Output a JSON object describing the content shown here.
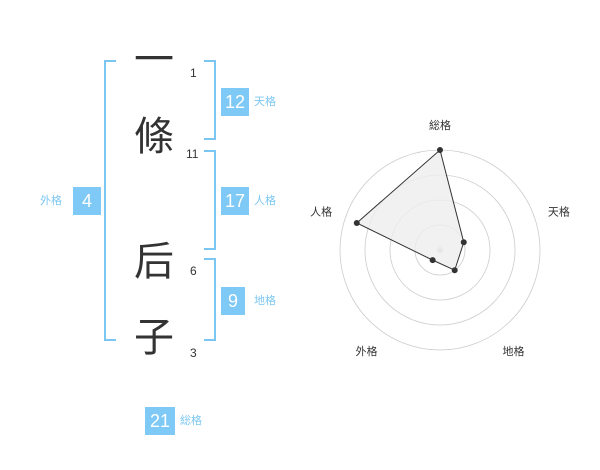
{
  "name": {
    "characters": [
      {
        "char": "一",
        "strokes": "1"
      },
      {
        "char": "條",
        "strokes": "11"
      },
      {
        "char": "后",
        "strokes": "6"
      },
      {
        "char": "子",
        "strokes": "3"
      }
    ]
  },
  "fortune": {
    "tenkaku": {
      "value": "12",
      "label": "天格"
    },
    "jinkaku": {
      "value": "17",
      "label": "人格"
    },
    "chikaku": {
      "value": "9",
      "label": "地格"
    },
    "gaikaku": {
      "value": "4",
      "label": "外格"
    },
    "soukaku": {
      "value": "21",
      "label": "総格"
    }
  },
  "colors": {
    "accent": "#7ec9f5",
    "bracket": "#7cc7f2",
    "text": "#333333",
    "ring": "#cccccc",
    "radar_fill": "#eeeeee",
    "radar_line": "#333333"
  },
  "chart_data": {
    "type": "radar",
    "axes": [
      "総格",
      "天格",
      "地格",
      "外格",
      "人格"
    ],
    "values": [
      4,
      1,
      1,
      0.5,
      3.5
    ],
    "rings": 4,
    "max": 4
  }
}
